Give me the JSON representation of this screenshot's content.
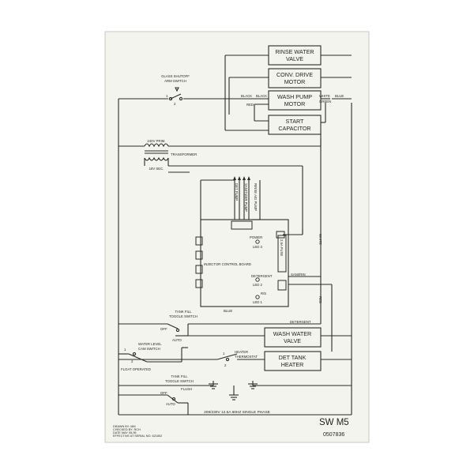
{
  "components": {
    "rinse_valve": [
      "RINSE WATER",
      "VALVE"
    ],
    "conv_motor": [
      "CONV. DRIVE",
      "MOTOR"
    ],
    "wash_motor": [
      "WASH PUMP",
      "MOTOR"
    ],
    "start_cap": [
      "START",
      "CAPACITOR"
    ],
    "wash_valve": [
      "WASH WATER",
      "VALVE"
    ],
    "det_heater": [
      "DET TANK",
      "HEATER"
    ]
  },
  "switch_labels": {
    "glass_shutoff": [
      "GLASS SHUTOFF",
      "ARM SWITCH"
    ],
    "tank_fill_1": [
      "TANK FILL",
      "TOGGLE SWITCH"
    ],
    "water_level": [
      "WATER LEVEL",
      "CAM SWITCH"
    ],
    "float_operated": "FLOAT OPERATED",
    "heater_thermo": [
      "HEATER",
      "THERMOSTAT"
    ],
    "tank_fill_2": [
      "TANK FILL",
      "TOGGLE SWITCH"
    ],
    "flush": "FLUSH",
    "off": "OFF",
    "auto": "AUTO",
    "one": "1",
    "two": "2"
  },
  "transformer": {
    "primary": "240V PRIM.",
    "label": "TRANSFORMER",
    "secondary": "18V SEC."
  },
  "wire_colors": {
    "black1": "BLACK",
    "black2": "BLACK",
    "white1": "WHITE",
    "blue1": "BLUE",
    "red1": "RED",
    "green": "GREEN",
    "white2": "WHITE",
    "red2": "RED",
    "blue2": "BLUE",
    "detergent": "DETERGENT",
    "sani_rin": "SANI/RIN"
  },
  "board": {
    "title": "INJECTOR CONTROL BOARD",
    "fuse": "2.5A FUSE",
    "det_pump": "DET PUMP",
    "sanitizer_pump": "SANITIZER PUMP",
    "rinse_aid_pump": "RINSE AID PUMP",
    "power": "POWER",
    "led3": "LED 3",
    "detergent": "DETERGENT",
    "led2": "LED 2",
    "rs": "R/S",
    "led1": "LED 1"
  },
  "footer": {
    "drawn_by": "DRAWN BY:  MM",
    "checked_by": "CHECKED BY: RCH",
    "date": "DATE MAY 05-95",
    "effective": "EFFECTIVE AT SERIAL NO. 621802",
    "rating": "208/230V 12.6A 60HZ SINGLE PHASE",
    "model": "SW M5",
    "part_no": "0507836"
  }
}
